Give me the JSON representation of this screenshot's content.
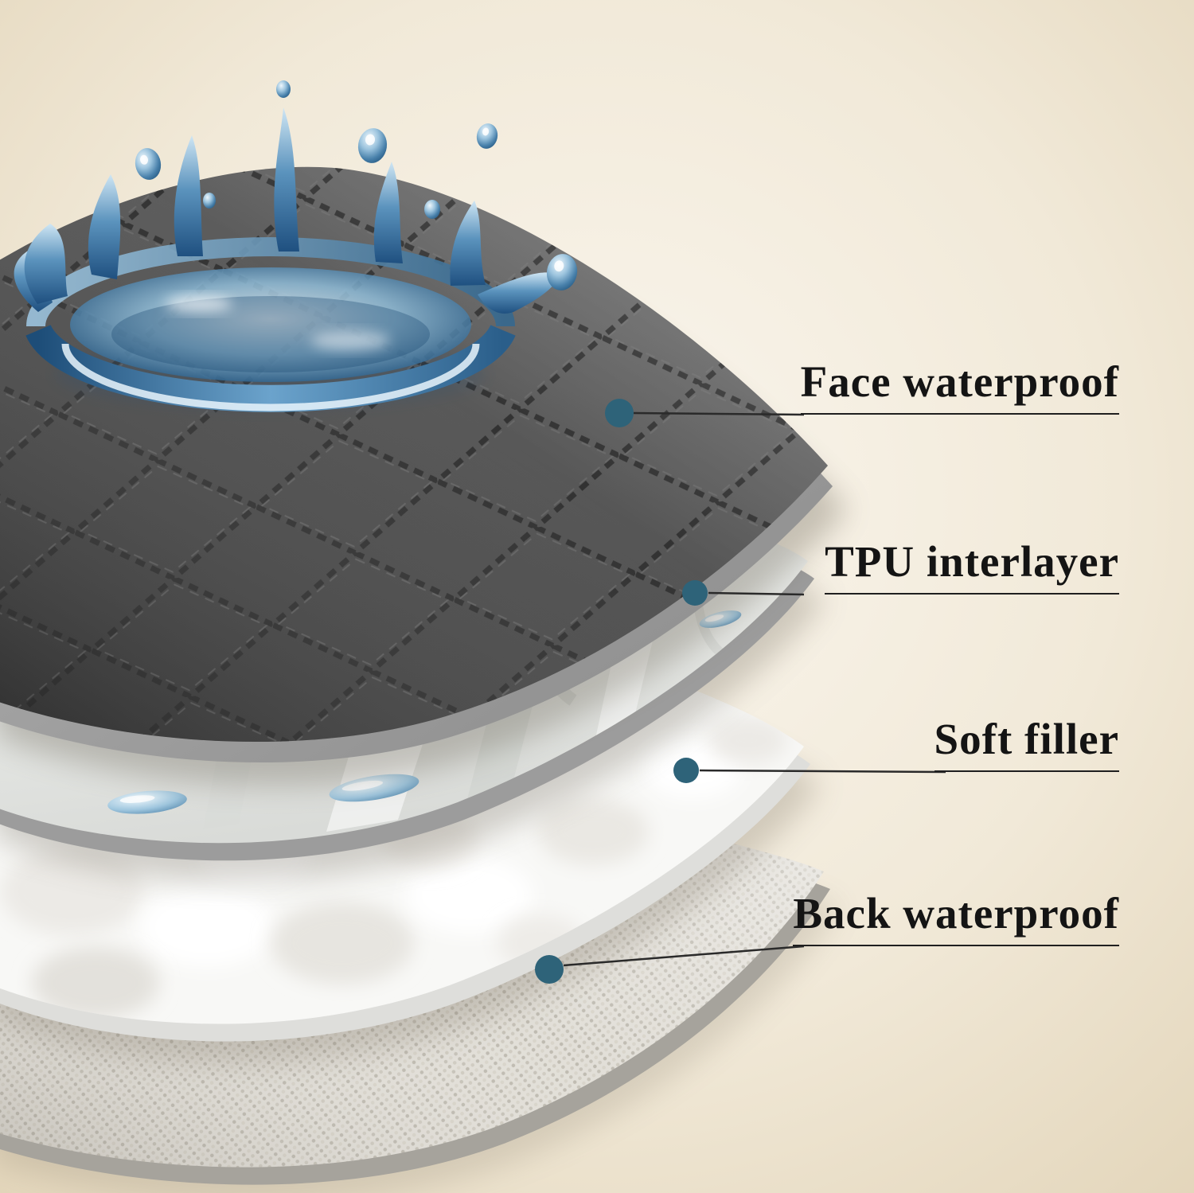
{
  "callouts": [
    {
      "label": "Face waterproof"
    },
    {
      "label": "TPU interlayer"
    },
    {
      "label": "Soft filler"
    },
    {
      "label": "Back waterproof"
    }
  ],
  "colors": {
    "dot": "#2e6379",
    "connector_line": "#2a2a2a",
    "label_text": "#141414",
    "fabric_dark": "#4a4a4a",
    "water_blue": "#3e7fae",
    "background_center": "#faf6ec",
    "background_edge": "#e4d7bc"
  }
}
